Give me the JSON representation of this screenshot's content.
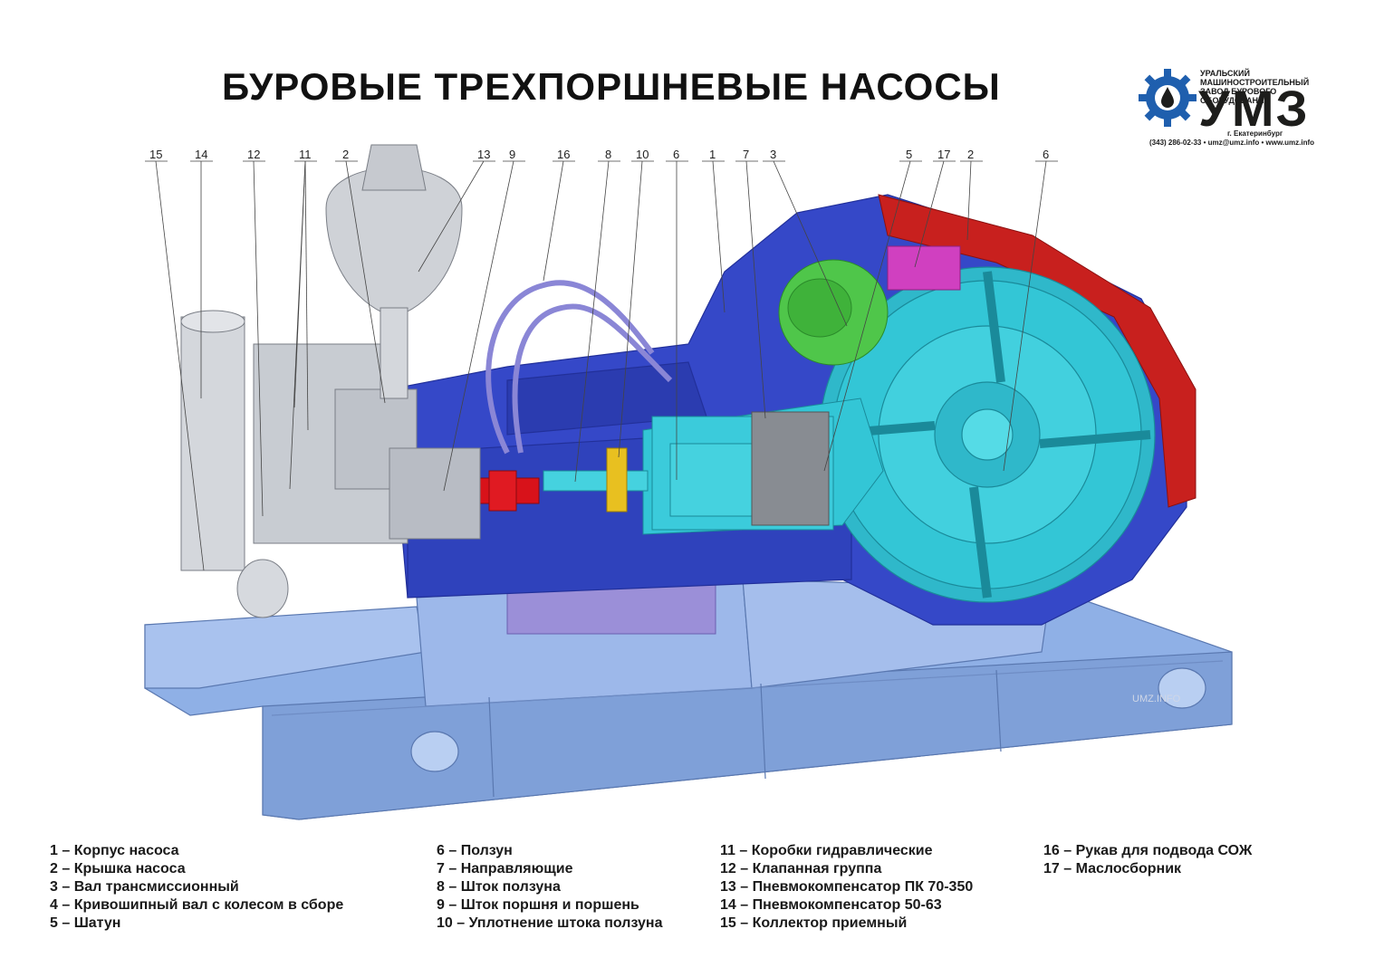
{
  "title": "БУРОВЫЕ ТРЕХПОРШНЕВЫЕ НАСОСЫ",
  "logo": {
    "company": "УРАЛЬСКИЙ МАШИНОСТРОИТЕЛЬНЫЙ\nЗАВОД БУРОВОГО ОБОРУДОВАНИЯ",
    "brand": "УМЗ",
    "city": "г. Екатеринбург",
    "contacts": "(343) 286-02-33 • umz@umz.info • www.umz.info",
    "color": "#1f5fae"
  },
  "watermark": "UMZ.INFO",
  "callouts": [
    "15",
    "14",
    "12",
    "11",
    "2",
    "13",
    "9",
    "16",
    "8",
    "10",
    "6",
    "1",
    "7",
    "3",
    "5",
    "17",
    "2",
    "6"
  ],
  "legend": {
    "col1": [
      "1 – Корпус насоса",
      "2 – Крышка насоса",
      "3 – Вал трансмиссионный",
      "4 – Кривошипный вал с колесом в сборе",
      "5 – Шатун"
    ],
    "col2": [
      "6 – Ползун",
      "7 – Направляющие",
      "8 – Шток ползуна",
      "9 – Шток поршня и поршень",
      "10 – Уплотнение штока ползуна"
    ],
    "col3": [
      "11 – Коробки гидравлические",
      "12 – Клапанная группа",
      "13 – Пневмокомпенсатор ПК 70-350",
      "14 – Пневмокомпенсатор 50-63",
      "15 – Коллектор приемный"
    ],
    "col4": [
      "16 – Рукав для подвода СОЖ",
      "17 – Маслосборник"
    ]
  },
  "colors": {
    "frame": "#8fb0e6",
    "housing": "#3548c8",
    "cover": "#c8201e",
    "crank": "#33c6d6",
    "shaft": "#4fc64a",
    "piston": "#d8121a",
    "hydraulic": "#c8ccd2",
    "oil_pan": "#9b8fd8",
    "magenta": "#d040c0"
  }
}
